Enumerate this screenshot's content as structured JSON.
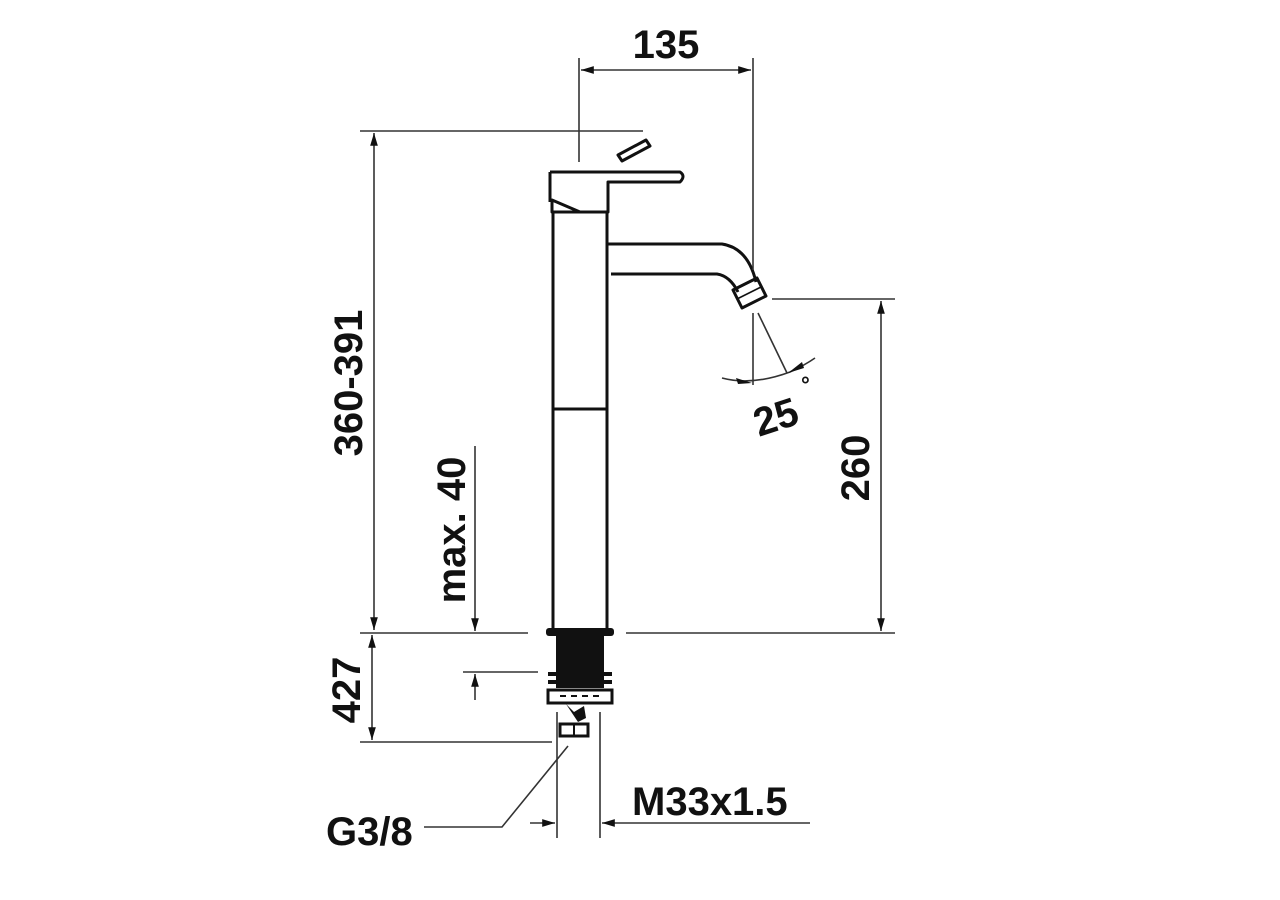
{
  "diagram": {
    "subject": "Tall basin mixer faucet dimension drawing",
    "colors": {
      "line": "#111111",
      "dimension_line": "#333333",
      "background": "#ffffff"
    },
    "dimensions": {
      "spout_reach": "135",
      "overall_height": "360-391",
      "spout_height": "260",
      "max_countertop": "max. 40",
      "shank_length": "427",
      "spout_angle": "25",
      "angle_unit": "°",
      "connection_thread": "G3/8",
      "mounting_thread": "M33x1.5"
    }
  }
}
